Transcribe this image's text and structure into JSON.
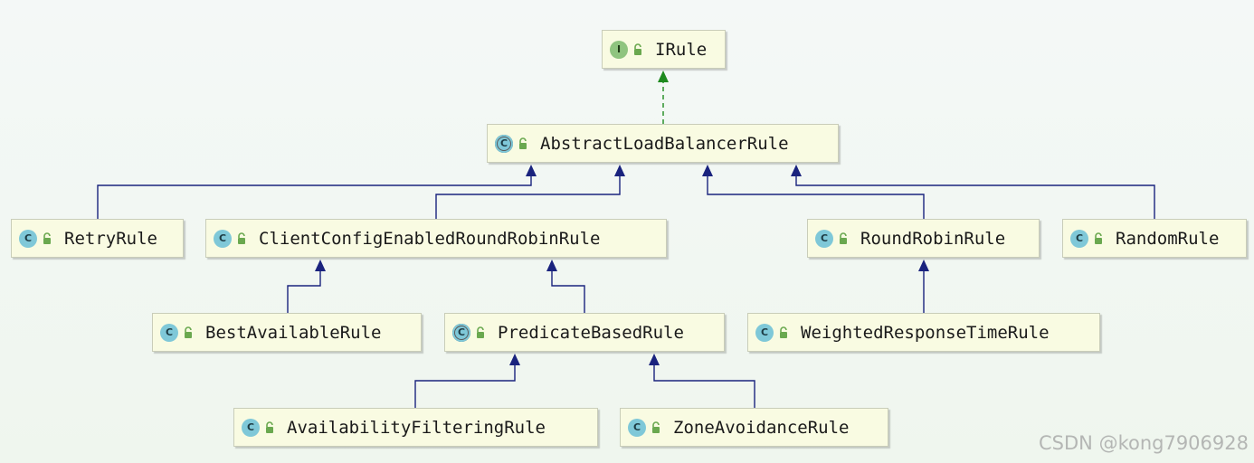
{
  "nodes": [
    {
      "id": "irule",
      "label": "IRule",
      "kind": "interface",
      "badge": "I"
    },
    {
      "id": "abstract",
      "label": "AbstractLoadBalancerRule",
      "kind": "abstract",
      "badge": "C"
    },
    {
      "id": "retry",
      "label": "RetryRule",
      "kind": "class",
      "badge": "C"
    },
    {
      "id": "clientcfg",
      "label": "ClientConfigEnabledRoundRobinRule",
      "kind": "class",
      "badge": "C"
    },
    {
      "id": "roundrobin",
      "label": "RoundRobinRule",
      "kind": "class",
      "badge": "C"
    },
    {
      "id": "random",
      "label": "RandomRule",
      "kind": "class",
      "badge": "C"
    },
    {
      "id": "bestavail",
      "label": "BestAvailableRule",
      "kind": "class",
      "badge": "C"
    },
    {
      "id": "predicate",
      "label": "PredicateBasedRule",
      "kind": "abstract",
      "badge": "C"
    },
    {
      "id": "weighted",
      "label": "WeightedResponseTimeRule",
      "kind": "class",
      "badge": "C"
    },
    {
      "id": "availfilter",
      "label": "AvailabilityFilteringRule",
      "kind": "class",
      "badge": "C"
    },
    {
      "id": "zoneavoid",
      "label": "ZoneAvoidanceRule",
      "kind": "class",
      "badge": "C"
    }
  ],
  "edges": [
    {
      "from": "abstract",
      "to": "irule",
      "type": "implements"
    },
    {
      "from": "retry",
      "to": "abstract",
      "type": "extends"
    },
    {
      "from": "clientcfg",
      "to": "abstract",
      "type": "extends"
    },
    {
      "from": "roundrobin",
      "to": "abstract",
      "type": "extends"
    },
    {
      "from": "random",
      "to": "abstract",
      "type": "extends"
    },
    {
      "from": "bestavail",
      "to": "clientcfg",
      "type": "extends"
    },
    {
      "from": "predicate",
      "to": "clientcfg",
      "type": "extends"
    },
    {
      "from": "weighted",
      "to": "roundrobin",
      "type": "extends"
    },
    {
      "from": "availfilter",
      "to": "predicate",
      "type": "extends"
    },
    {
      "from": "zoneavoid",
      "to": "predicate",
      "type": "extends"
    }
  ],
  "colors": {
    "extends_line": "#1a237e",
    "implements_line": "#1e8a1e",
    "node_fill": "#f9fbe2",
    "lock": "#6aa84f"
  },
  "watermark": "CSDN @kong7906928"
}
